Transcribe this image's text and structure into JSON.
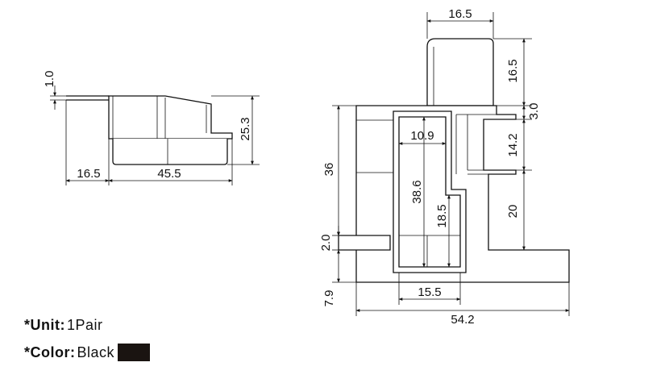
{
  "side_view": {
    "dims": {
      "top_thickness": "1.0",
      "height": "25.3",
      "left_width": "16.5",
      "main_width": "45.5"
    }
  },
  "profile_view": {
    "dims": {
      "top_width": "16.5",
      "top_height": "16.5",
      "step_height": "3.0",
      "upper_right_height": "14.2",
      "lower_right_height": "20",
      "overall_height": "36",
      "slot_width": "10.9",
      "slot_height": "38.6",
      "inner_height": "18.5",
      "tab_height": "2.0",
      "base_height": "7.9",
      "bottom_slot_width": "15.5",
      "base_width": "54.2"
    }
  },
  "specs": {
    "unit_label": "*Unit:",
    "unit_value": "1Pair",
    "color_label": "*Color:",
    "color_value": "Black",
    "swatch_color": "#1a1411"
  }
}
